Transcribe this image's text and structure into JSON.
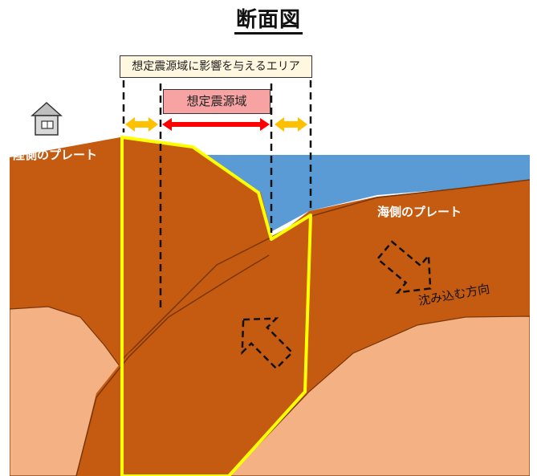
{
  "title": "断面図",
  "labels": {
    "affected_area": "想定震源域に影響を与えるエリア",
    "source_area": "想定震源域",
    "land_plate": "陸側のプレート",
    "sea_plate": "海側のプレート",
    "subduction_direction": "沈み込む方向"
  },
  "colors": {
    "sky": "#ffffff",
    "sea": "#5b9bd5",
    "land_plate": "#c55a11",
    "deep_layer": "#f4b183",
    "source_zone_outline": "#ffff00",
    "source_arrow": "#ff0000",
    "affected_arrows": "#ffc000",
    "affected_box": "#fff7e0",
    "source_box": "#f8a3a3"
  },
  "icons": [
    "house-icon",
    "hollow-arrow-icon"
  ]
}
